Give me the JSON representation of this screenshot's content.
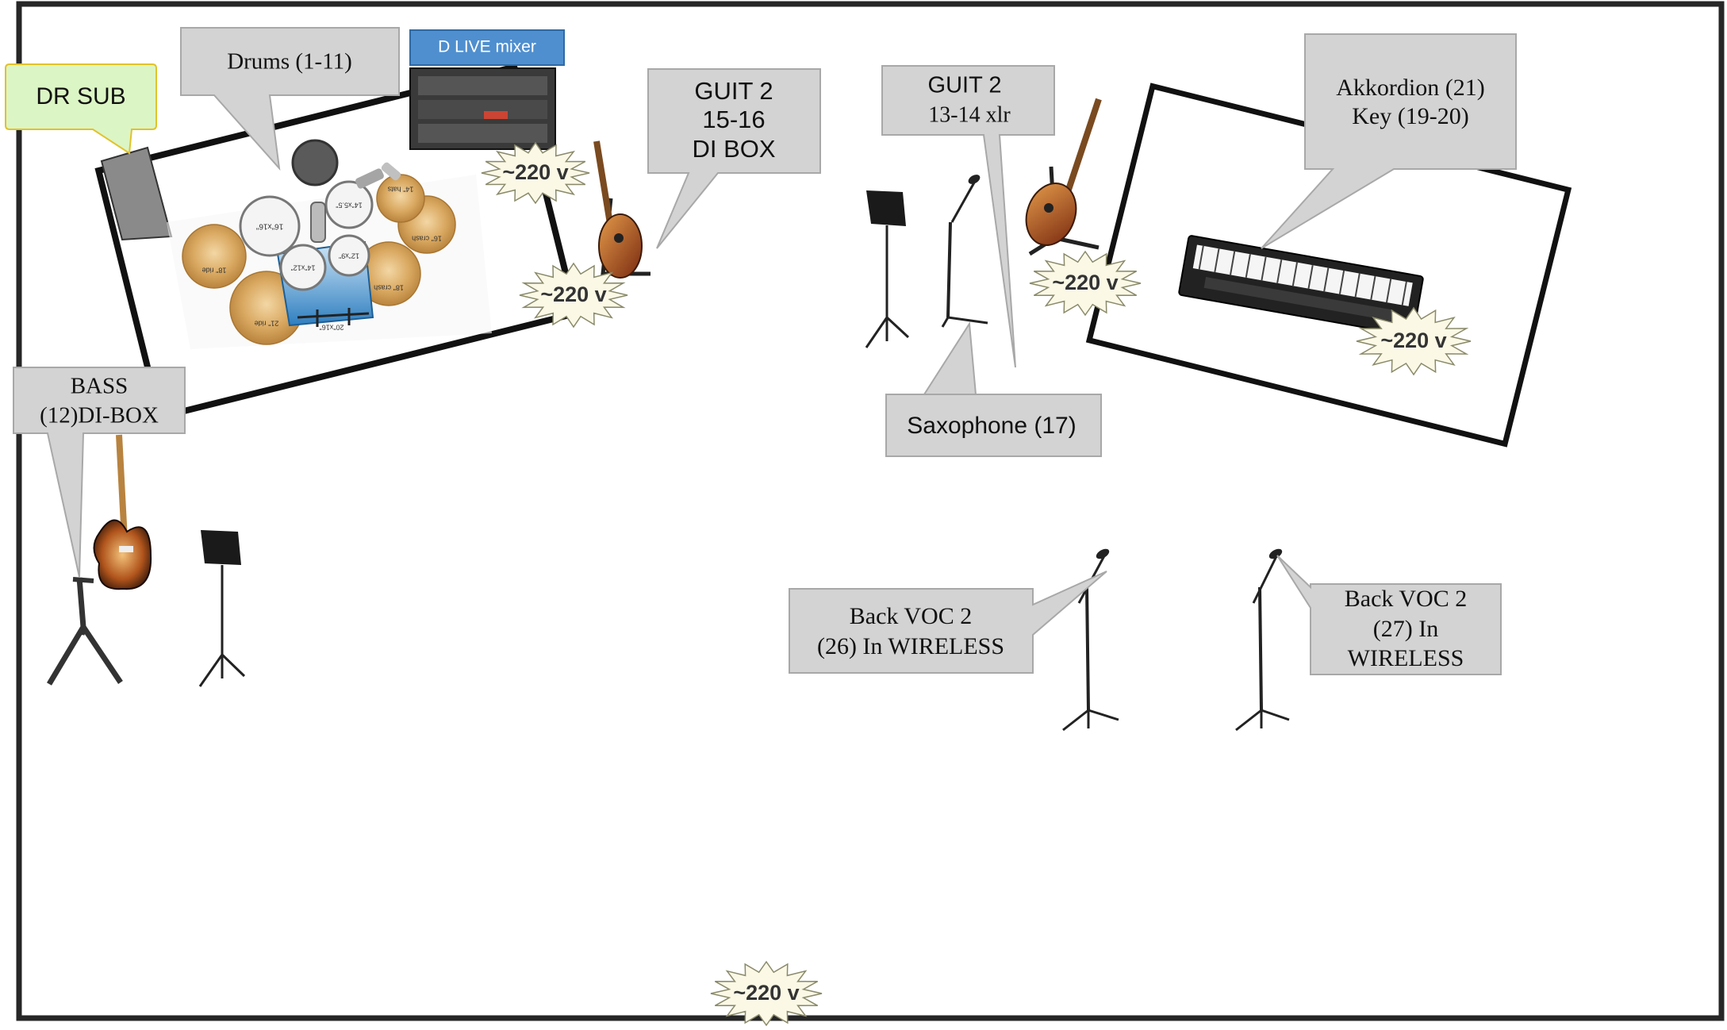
{
  "labels": {
    "dr_sub": "DR SUB",
    "drums": "Drums (1-11)",
    "mixer": "D LIVE mixer",
    "guit2_di": [
      "GUIT 2",
      "15-16",
      "DI BOX"
    ],
    "guit2_xlr": [
      "GUIT 2",
      "13-14 xlr"
    ],
    "akkordion": [
      "Akkordion (21)",
      "Key (19-20)"
    ],
    "bass": [
      "BASS",
      "(12)DI-BOX"
    ],
    "saxophone": "Saxophone (17)",
    "back_voc_26": [
      "Back VOC 2",
      "(26) In WIRELESS"
    ],
    "back_voc_27": [
      "Back VOC 2",
      "(27) In",
      "WIRELESS"
    ]
  },
  "power_label": "~220 v",
  "drum_kit_labels": {
    "tom1": "16\"x16\"",
    "tom2": "14\"x5.5\"",
    "tom3": "14\"x12\"",
    "tom4": "12\"x9\"",
    "kick": "20\"x16\"",
    "hats": "14\" hats",
    "crash16": "16\" crash",
    "crash18": "18\" crash",
    "ride18": "18\" ride",
    "ride21": "21\" ride"
  },
  "colors": {
    "callout_fill": "#d3d3d3",
    "callout_stroke": "#a8a8a8",
    "dr_sub_fill": "#dcf5c4",
    "dr_sub_stroke": "#e2c22a",
    "mixer_fill": "#4f8fcf",
    "stage_border": "#262626",
    "burst_fill": "#fbf8e6",
    "cymbal": "#d9a860",
    "drum_blue": "#3a86c8"
  }
}
